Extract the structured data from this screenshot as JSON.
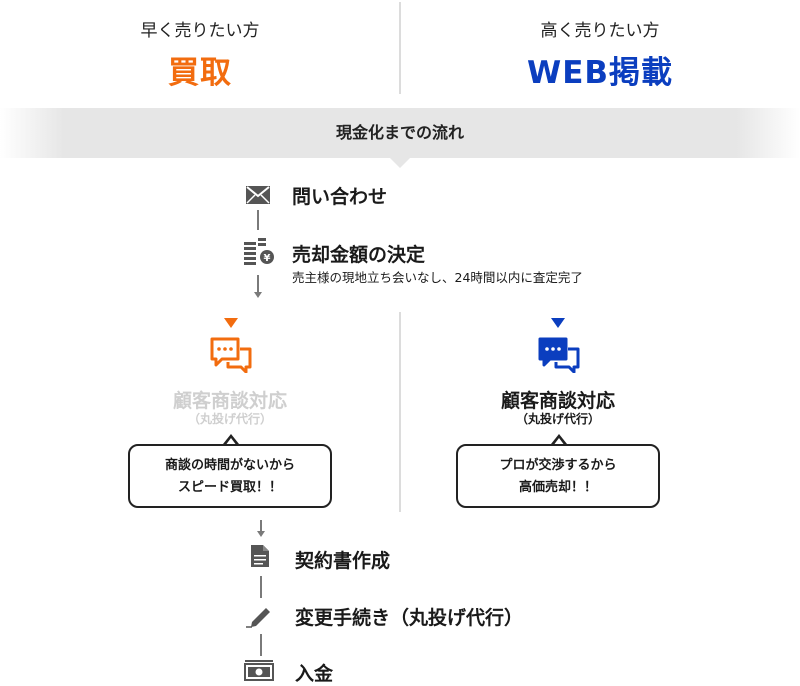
{
  "header": {
    "left": {
      "subtitle": "早く売りたい方",
      "title": "買取",
      "color": "#f26c0f"
    },
    "right": {
      "subtitle": "高く売りたい方",
      "title": "WEB掲載",
      "color": "#0b3ebf"
    }
  },
  "flow_band": {
    "label": "現金化までの流れ"
  },
  "steps_top": [
    {
      "label": "問い合わせ",
      "icon": "envelope-icon"
    },
    {
      "label": "売却金額の決定",
      "note": "売主様の現地立ち会いなし、24時間以内に査定完了",
      "icon": "coins-yen-icon"
    }
  ],
  "branches": {
    "left": {
      "title": "顧客商談対応",
      "subtitle": "（丸投げ代行）",
      "title_color": "#cfcfcf",
      "accent": "#f26c0f",
      "icon": "chat-bubbles-icon",
      "bubble_lines": [
        "商談の時間がないから",
        "スピード買取！！"
      ]
    },
    "right": {
      "title": "顧客商談対応",
      "subtitle": "（丸投げ代行）",
      "title_color": "#1a1a1a",
      "accent": "#0b3ebf",
      "icon": "chat-bubbles-icon",
      "bubble_lines": [
        "プロが交渉するから",
        "高価売却！！"
      ]
    }
  },
  "steps_bottom": [
    {
      "label": "契約書作成",
      "icon": "document-icon"
    },
    {
      "label": "変更手続き（丸投げ代行）",
      "icon": "pen-icon"
    },
    {
      "label": "入金",
      "icon": "banknote-icon"
    }
  ]
}
